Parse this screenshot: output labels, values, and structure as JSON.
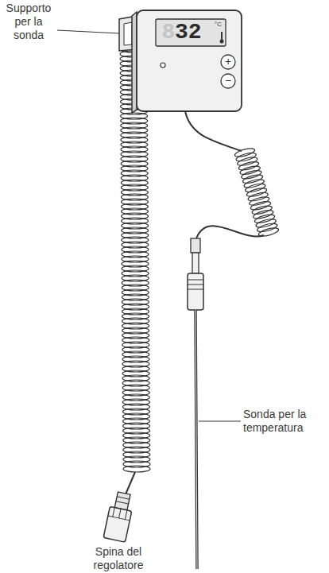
{
  "diagram": {
    "labels": [
      "Supporto per la sonda",
      "8",
      "32",
      "°C",
      "+",
      "−",
      "Sonda per la temperatura",
      "Spina del regolatore"
    ]
  }
}
